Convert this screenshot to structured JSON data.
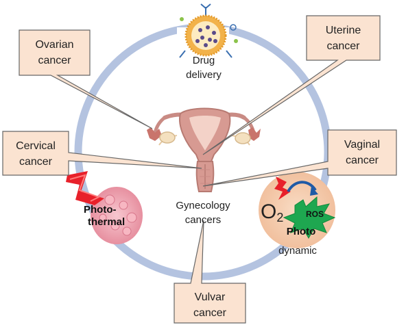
{
  "center_label": {
    "line1": "Gynecology",
    "line2": "cancers"
  },
  "callouts": {
    "ovarian": {
      "line1": "Ovarian",
      "line2": "cancer"
    },
    "uterine": {
      "line1": "Uterine",
      "line2": "cancer"
    },
    "cervical": {
      "line1": "Cervical",
      "line2": "cancer"
    },
    "vaginal": {
      "line1": "Vaginal",
      "line2": "cancer"
    },
    "vulvar": {
      "line1": "Vulvar",
      "line2": "cancer"
    }
  },
  "therapies": {
    "drug_delivery": {
      "line1": "Drug",
      "line2": "delivery"
    },
    "photothermal": {
      "line1": "Photo-",
      "line2": "thermal"
    },
    "photodynamic": {
      "o2": "O",
      "o2_sub": "2",
      "ros": "ROS",
      "photo": "Photo",
      "dynamic": "dynamic"
    }
  },
  "colors": {
    "ring": "#b4c3e0",
    "callout_fill": "#fbe3d1",
    "callout_border": "#666666",
    "uterus": "#d79a92",
    "heat": "#e8202a",
    "ros": "#1ea750",
    "pdt_bg": "#f6cfb1"
  }
}
